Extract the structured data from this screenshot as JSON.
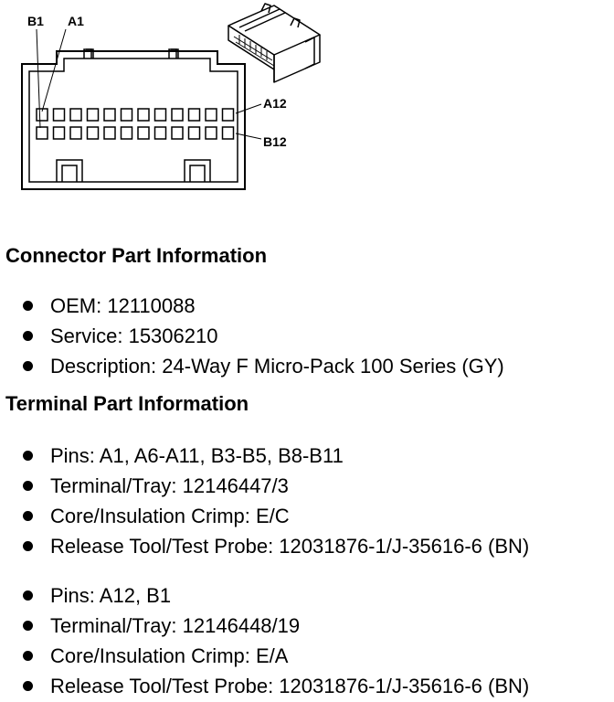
{
  "diagram": {
    "labels": {
      "b1": "B1",
      "a1": "A1",
      "a12": "A12",
      "b12": "B12"
    }
  },
  "connector": {
    "heading": "Connector Part Information",
    "items": [
      "OEM: 12110088",
      "Service: 15306210",
      "Description: 24-Way F Micro-Pack 100 Series (GY)"
    ]
  },
  "terminal": {
    "heading": "Terminal Part Information",
    "group1": [
      "Pins: A1, A6-A11, B3-B5, B8-B11",
      "Terminal/Tray: 12146447/3",
      "Core/Insulation Crimp: E/C",
      "Release Tool/Test Probe: 12031876-1/J-35616-6 (BN)"
    ],
    "group2": [
      "Pins: A12, B1",
      "Terminal/Tray: 12146448/19",
      "Core/Insulation Crimp: E/A",
      "Release Tool/Test Probe: 12031876-1/J-35616-6 (BN)"
    ]
  }
}
